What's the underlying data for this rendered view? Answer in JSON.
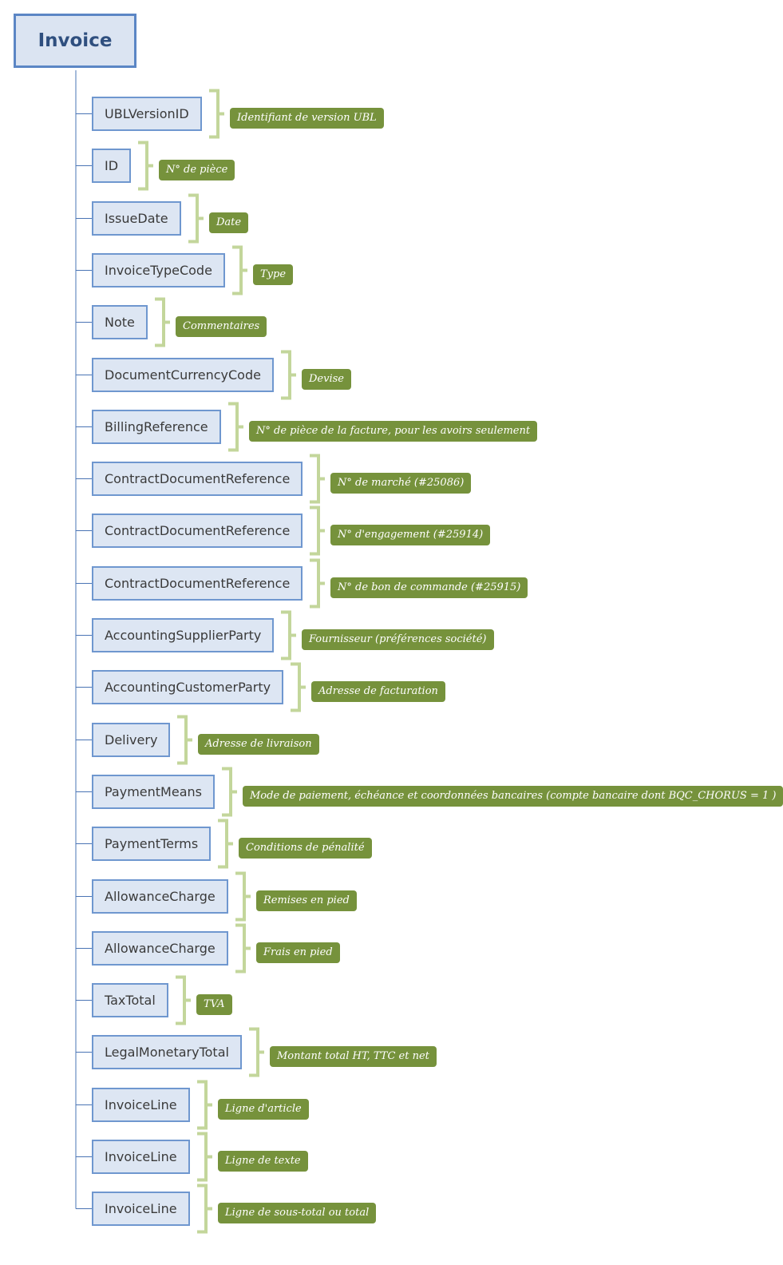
{
  "root": {
    "label": "Invoice"
  },
  "colors": {
    "node_border": "#6f97cf",
    "node_fill": "#dde6f3",
    "note_fill": "#76923c",
    "bracket": "#c3d69b",
    "connector": "#4a74b4"
  },
  "items": [
    {
      "label": "UBLVersionID",
      "note": "Identifiant de version UBL"
    },
    {
      "label": "ID",
      "note": "N° de pièce"
    },
    {
      "label": "IssueDate",
      "note": "Date"
    },
    {
      "label": "InvoiceTypeCode",
      "note": "Type"
    },
    {
      "label": "Note",
      "note": "Commentaires"
    },
    {
      "label": "DocumentCurrencyCode",
      "note": "Devise"
    },
    {
      "label": "BillingReference",
      "note": "N° de pièce de la facture, pour les avoirs seulement"
    },
    {
      "label": "ContractDocumentReference",
      "note": "N° de marché (#25086)"
    },
    {
      "label": "ContractDocumentReference",
      "note": "N° d'engagement (#25914)"
    },
    {
      "label": "ContractDocumentReference",
      "note": "N° de bon de commande (#25915)"
    },
    {
      "label": "AccountingSupplierParty",
      "note": "Fournisseur (préférences société)"
    },
    {
      "label": "AccountingCustomerParty",
      "note": "Adresse de facturation"
    },
    {
      "label": "Delivery",
      "note": "Adresse de livraison"
    },
    {
      "label": "PaymentMeans",
      "note": "Mode de paiement, échéance et coordonnées bancaires (compte bancaire dont BQC_CHORUS = 1 )"
    },
    {
      "label": "PaymentTerms",
      "note": "Conditions de pénalité"
    },
    {
      "label": "AllowanceCharge",
      "note": "Remises en pied"
    },
    {
      "label": "AllowanceCharge",
      "note": "Frais en pied"
    },
    {
      "label": "TaxTotal",
      "note": "TVA"
    },
    {
      "label": "LegalMonetaryTotal",
      "note": "Montant total HT, TTC et net"
    },
    {
      "label": "InvoiceLine",
      "note": "Ligne d'article"
    },
    {
      "label": "InvoiceLine",
      "note": "Ligne de texte"
    },
    {
      "label": "InvoiceLine",
      "note": "Ligne de sous-total ou total"
    }
  ]
}
